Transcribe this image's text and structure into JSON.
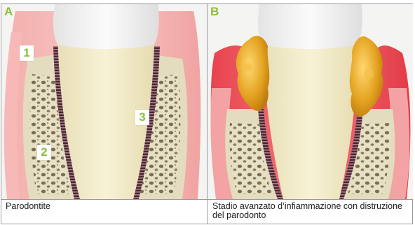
{
  "panels": [
    {
      "letter": "A",
      "caption": "Parodontite",
      "markers": [
        "1",
        "2",
        "3"
      ]
    },
    {
      "letter": "B",
      "caption": "Stadio avanzato d’infiammazione con distruzione del parodonto"
    }
  ],
  "colors": {
    "label_green": "#8cbd3a",
    "gum": "#f2a9a8",
    "gum_inflamed": "#e8434e",
    "bone": "#d8d2b4",
    "tooth": "#f2eac6",
    "ligament": "#5a2f3e",
    "tartar": "#e3a21f"
  }
}
